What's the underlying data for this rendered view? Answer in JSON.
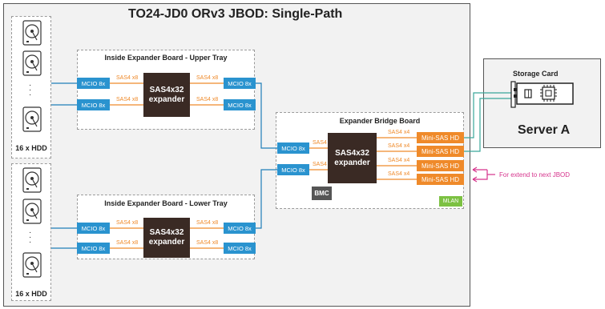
{
  "title": "TO24-JD0 ORv3 JBOD: Single-Path",
  "hdd_group_label": "16 x HDD",
  "upper_tray": {
    "title": "Inside Expander Board - Upper Tray",
    "port_label": "MCIO 8x",
    "link_label": "SAS4 x8",
    "chip_line1": "SAS4x32",
    "chip_line2": "expander"
  },
  "lower_tray": {
    "title": "Inside Expander Board - Lower Tray",
    "port_label": "MCIO 8x",
    "link_label": "SAS4 x8",
    "chip_line1": "SAS4x32",
    "chip_line2": "expander"
  },
  "bridge": {
    "title": "Expander Bridge Board",
    "port_label": "MCIO 8x",
    "link_label": "SAS4 x8",
    "out_link_label": "SAS4 x4",
    "chip_line1": "SAS4x32",
    "chip_line2": "expander",
    "connector_label": "Mini-SAS HD",
    "bmc_label": "BMC",
    "mlan_label": "MLAN"
  },
  "server": {
    "card_label": "Storage Card",
    "name": "Server A"
  },
  "extend_label": "For extend to next JBOD",
  "colors": {
    "mcio": "#2a93cf",
    "chip": "#3a2a24",
    "mini_sas": "#ef8a2a",
    "bmc": "#555555",
    "mlan": "#7cc142",
    "link_cyan": "#1f7fb8",
    "link_server": "#3aa69a",
    "extend_arrow": "#d6338c"
  },
  "icons": [
    "hdd-icon",
    "ellipsis-icon",
    "storage-card-icon",
    "chip-icon"
  ]
}
